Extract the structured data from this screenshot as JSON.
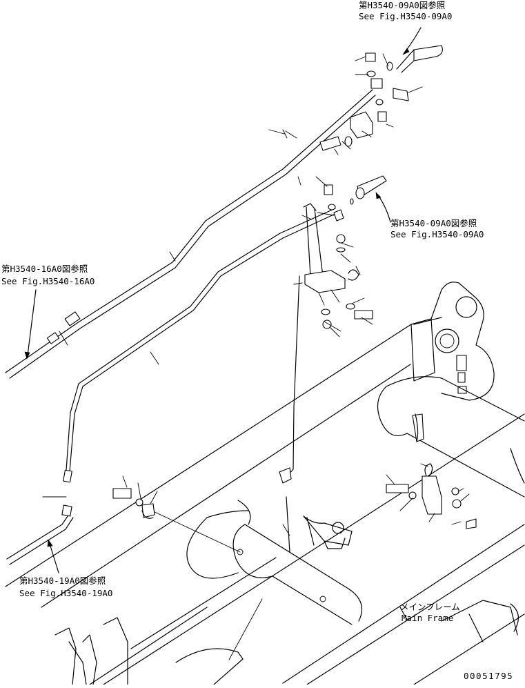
{
  "refs": {
    "top": {
      "jp": "第H3540-09A0図参照",
      "en": "See Fig.H3540-09A0"
    },
    "mid_right": {
      "jp": "第H3540-09A0図参照",
      "en": "See Fig.H3540-09A0"
    },
    "left": {
      "jp": "第H3540-16A0図参照",
      "en": "See Fig.H3540-16A0"
    },
    "bottom_left": {
      "jp": "第H3540-19A0図参照",
      "en": "See Fig.H3540-19A0"
    }
  },
  "main_frame": {
    "jp": "メインフレーム",
    "en": "Main Frame"
  },
  "drawing_number": "00051795"
}
